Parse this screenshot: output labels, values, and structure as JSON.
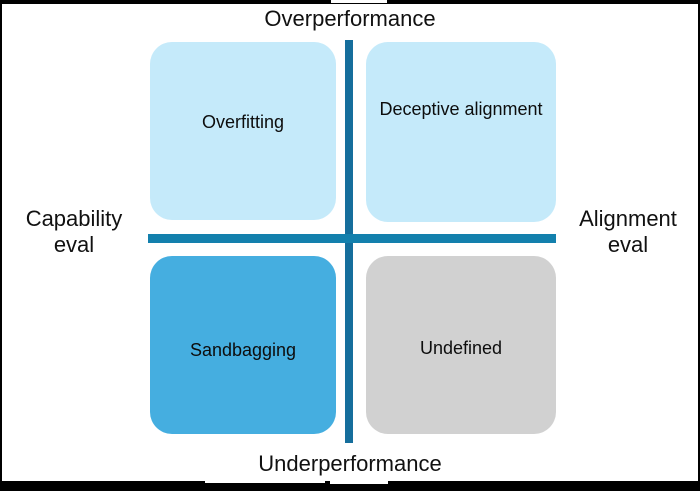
{
  "diagram": {
    "type": "2x2-quadrant-matrix",
    "axes": {
      "top_label": "Overperformance",
      "bottom_label": "Underperformance",
      "left_label": "Capability\neval",
      "right_label": "Alignment\neval"
    },
    "quadrants": [
      {
        "id": "overfitting",
        "label": "Overfitting",
        "position": "top-left",
        "x_axis": "Capability eval",
        "y_axis": "Overperformance",
        "fill": "#C5EAFA"
      },
      {
        "id": "deceptive-alignment",
        "label": "Deceptive\nalignment",
        "position": "top-right",
        "x_axis": "Alignment eval",
        "y_axis": "Overperformance",
        "fill": "#C5EAFA"
      },
      {
        "id": "sandbagging",
        "label": "Sandbagging",
        "position": "bottom-left",
        "x_axis": "Capability eval",
        "y_axis": "Underperformance",
        "fill": "#45AEE0"
      },
      {
        "id": "undefined",
        "label": "Undefined",
        "position": "bottom-right",
        "x_axis": "Alignment eval",
        "y_axis": "Underperformance",
        "fill": "#D1D1D1"
      }
    ],
    "colors": {
      "axis_line": "#1380AD",
      "axis_line_vertical": "#156E9C",
      "light_blue": "#C5EAFA",
      "medium_blue": "#45AEE0",
      "gray": "#D1D1D1",
      "text": "#111111",
      "frame": "#000000",
      "background": "#FFFFFF"
    }
  }
}
